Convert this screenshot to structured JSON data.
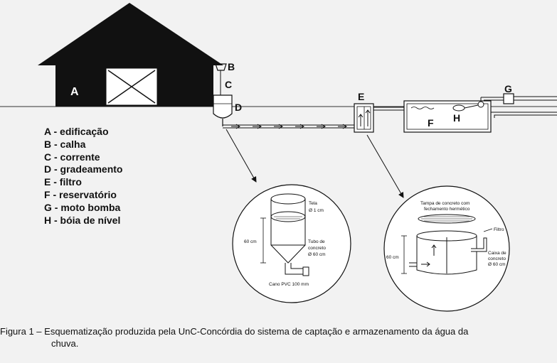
{
  "labels": {
    "a": "A",
    "b": "B",
    "c": "C",
    "d": "D",
    "e": "E",
    "f": "F",
    "g": "G",
    "h": "H"
  },
  "legend": [
    "A - edificação",
    "B - calha",
    "C - corrente",
    "D - gradeamento",
    "E - filtro",
    "F - reservatório",
    "G - moto bomba",
    "H - bóia de nível"
  ],
  "detail_left": {
    "tela": "Tela",
    "tela_dim": "Ø 1 cm",
    "height": "60 cm",
    "tubo_1": "Tubo de",
    "tubo_2": "concreto",
    "tubo_dim": "Ø 60 cm",
    "cano": "Cano PVC 100 mm"
  },
  "detail_right": {
    "tampa_1": "Tampa de concreto com",
    "tampa_2": "fechamento hermético",
    "filtro": "Filtro",
    "height": "60 cm",
    "caixa_1": "Caixa de",
    "caixa_2": "concreto",
    "caixa_dim": "Ø 60 cm"
  },
  "caption": {
    "line1": "Figura 1 – Esquematização produzida pela UnC-Concórdia do sistema de captação e armazenamento da água da",
    "line2": "chuva."
  }
}
